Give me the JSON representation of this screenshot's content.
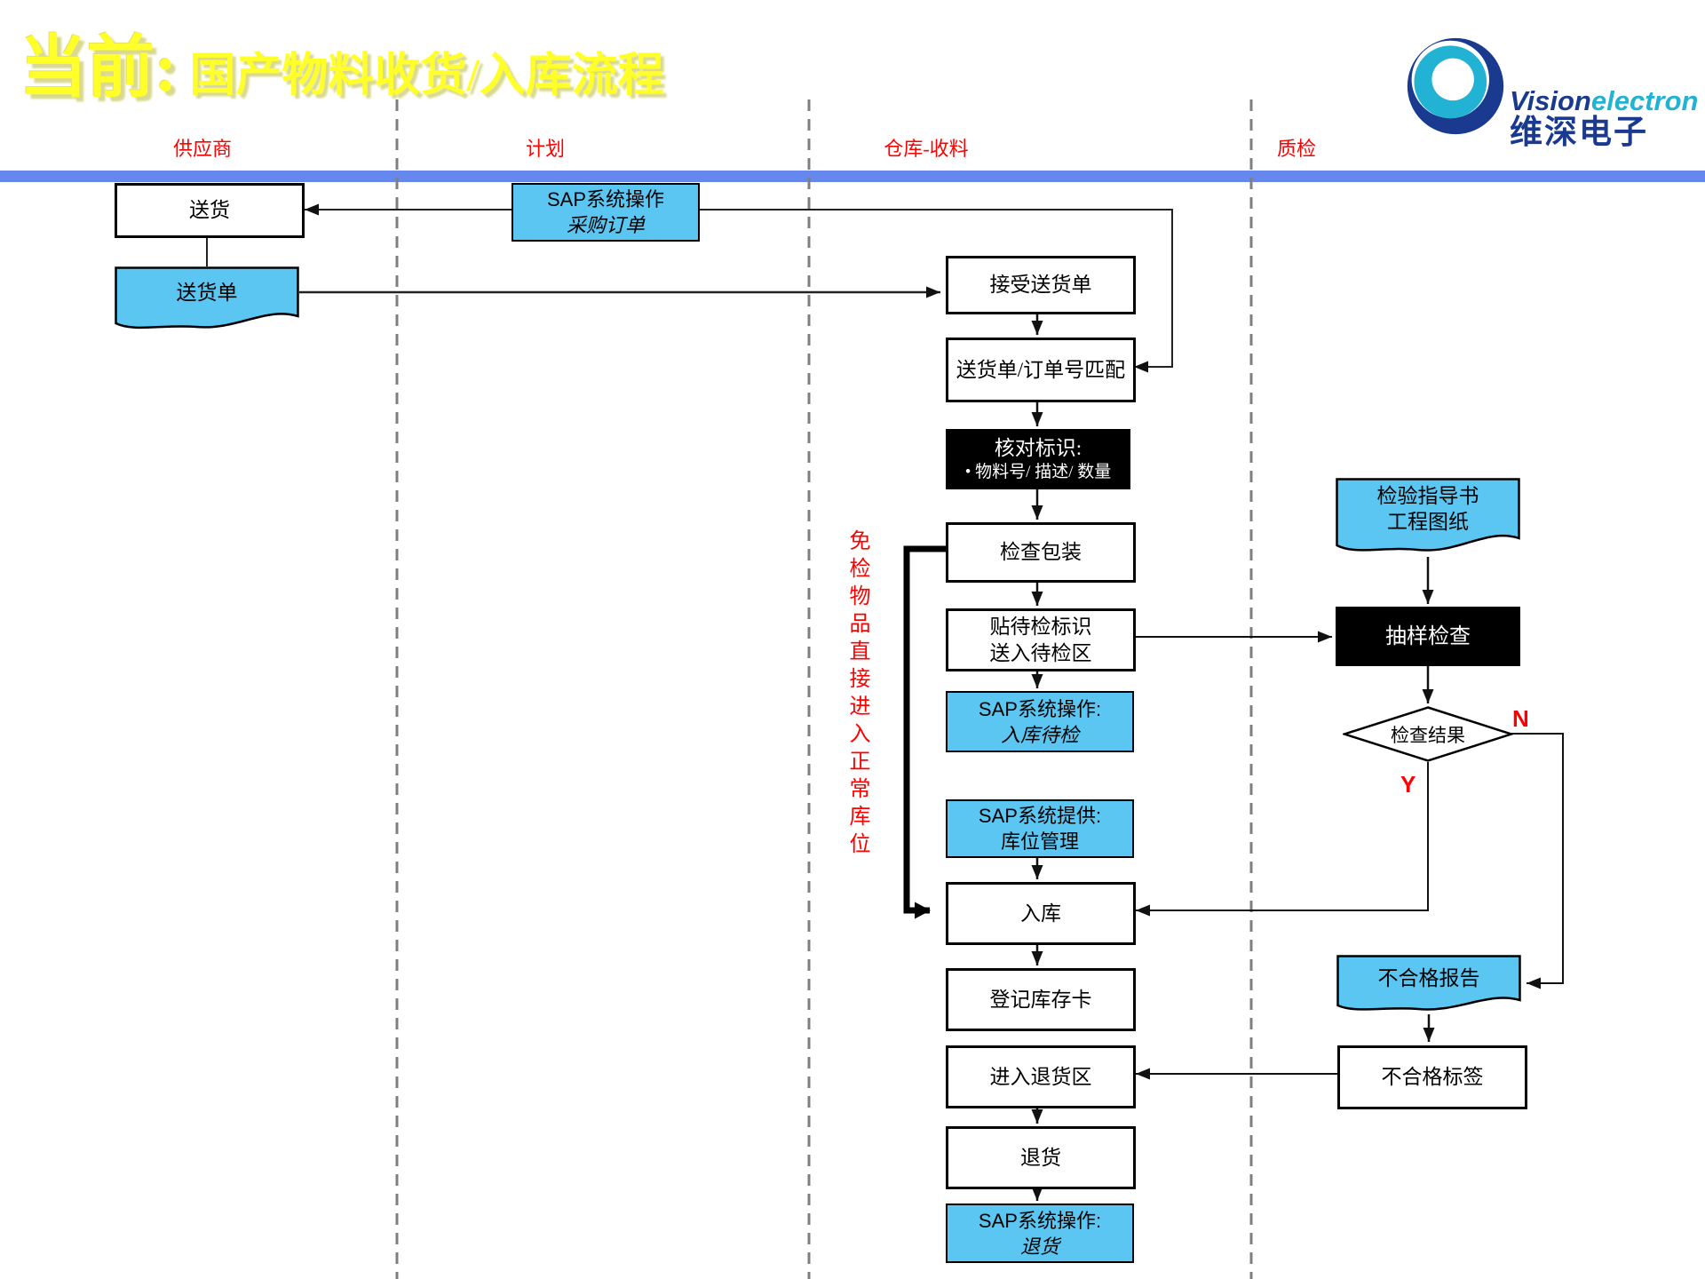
{
  "title": {
    "prefix": "当前:",
    "main": "国产物料收货/入库流程"
  },
  "logo": {
    "brand_en_1": "Vision",
    "brand_en_2": "electron",
    "brand_cn": "维深电子"
  },
  "lanes": [
    {
      "label": "供应商"
    },
    {
      "label": "计划"
    },
    {
      "label": "仓库-收料"
    },
    {
      "label": "质检"
    }
  ],
  "nodes": {
    "deliver": "送货",
    "delivery_note": "送货单",
    "sap_po_line1": "SAP系统操作",
    "sap_po_line2": "采购订单",
    "accept_note": "接受送货单",
    "match": "送货单/订单号匹配",
    "verify_line1": "核对标识:",
    "verify_line2": "• 物料号/ 描述/ 数量",
    "check_packaging": "检查包装",
    "label_pending_line1": "贴待检标识",
    "label_pending_line2": "送入待检区",
    "sap_pending_line1": "SAP系统操作:",
    "sap_pending_line2": "入库待检",
    "sap_location_line1": "SAP系统提供:",
    "sap_location_line2": "库位管理",
    "warehouse_in": "入库",
    "register_card": "登记库存卡",
    "enter_return_area": "进入退货区",
    "return_goods": "退货",
    "sap_return_line1": "SAP系统操作:",
    "sap_return_line2": "退货",
    "inspection_doc_line1": "检验指导书",
    "inspection_doc_line2": "工程图纸",
    "sampling_check": "抽样检查",
    "check_result": "检查结果",
    "ncr_report": "不合格报告",
    "ncr_label": "不合格标签"
  },
  "annotations": {
    "bypass_note": "免检物品直接进入正常库位",
    "result_yes": "Y",
    "result_no": "N"
  },
  "colors": {
    "box_blue": "#5bc6f2",
    "bar_blue": "#6688ee",
    "lane_label_red": "#ff0000",
    "title_yellow": "#ffff29",
    "logo_navy": "#1a3a8f",
    "logo_teal": "#22b3d4"
  }
}
